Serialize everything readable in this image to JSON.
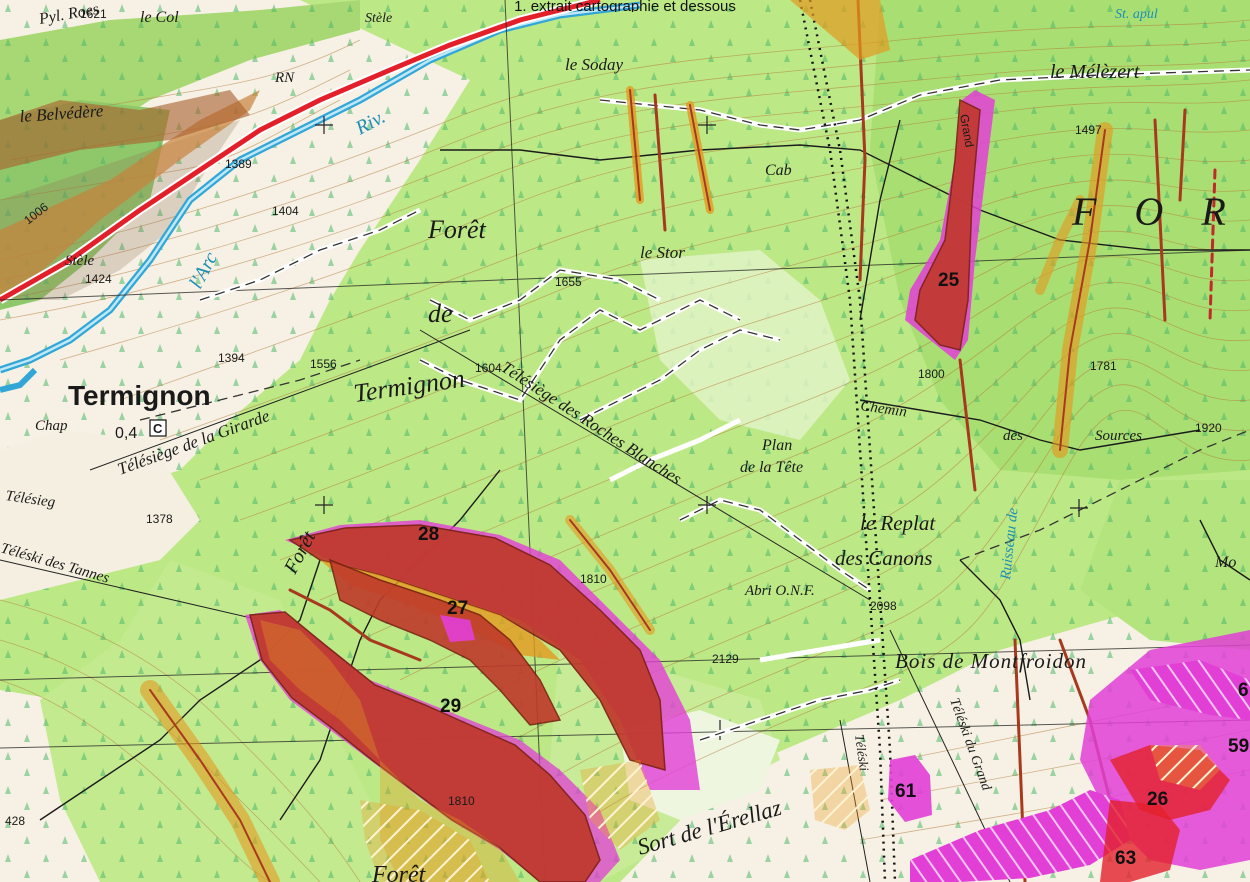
{
  "header": {
    "title": "1. extrait cartographie et dessous"
  },
  "colors": {
    "forest": "#b9e87f",
    "forest_dark": "#8fd45c",
    "zone_red": "#c0392b",
    "zone_orange": "#e39a1f",
    "zone_magenta": "#e23fd6",
    "road_red": "#e3202a",
    "river_blue": "#33a6d8",
    "contour": "#b37a3a"
  },
  "places": {
    "termignon": "Termignon",
    "chap": "Chap",
    "belvedere": "le Belvédère",
    "stele_top": "Stèle",
    "stele_left": "Stèle",
    "pyl_roes": "Pyl. Roes",
    "le_col": "le Col",
    "rn": "RN",
    "riv": "Riv.",
    "larc": "l'Arc",
    "le_soday": "le Soday",
    "le_melezert": "le Mélèzert",
    "cab": "Cab",
    "le_stor": "le Stor",
    "foret_main": "Forêt",
    "foret_de": "de",
    "foret_termignon": "Termignon",
    "foret_big": "F O R Ê",
    "foret_left": "Forêt",
    "foret_bottom": "Forêt",
    "telesiege_girarde": "Télésiège de la Girarde",
    "telesiege_roches": "Télésiège des Roches Blanches",
    "telesieg_left": "Télésieg",
    "teleski_tannes": "Téléski des Tannes",
    "teleski_grand": "Téléski du Grand",
    "teleski_small": "Téléski",
    "plan_tete": "Plan",
    "plan_tete2": "de la Tête",
    "replat": "le Replat",
    "replat2": "des Canons",
    "abri": "Abri O.N.F.",
    "chemin": "Chemin",
    "des": "des",
    "sources": "Sources",
    "bois_montfroidon": "Bois de Montfroidon",
    "sort_erellaz": "Sort de l'Érellaz",
    "ruisseau": "Ruisseau de",
    "mo": "Mo",
    "st_apul": "St. apul",
    "c_box": "C",
    "dist_04": "0,4",
    "grand_lbl": "Grand"
  },
  "elevations": {
    "e1006": "1006",
    "e1389": "1389",
    "e1404": "1404",
    "e1424": "1424",
    "e1394": "1394",
    "e1556": "1556",
    "e1604": "1604",
    "e1655": "1655",
    "e1378": "1378",
    "e1810a": "1810",
    "e1810b": "1810",
    "e2098": "2098",
    "e2129": "2129",
    "e1800": "1800",
    "e1781": "1781",
    "e1920": "1920",
    "e1497": "1497",
    "e428": "428",
    "e1621": "1621"
  },
  "zones": {
    "z25": "25",
    "z27": "27",
    "z28": "28",
    "z29": "29",
    "z61": "61",
    "z26": "26",
    "z63": "63",
    "z59": "59",
    "z6": "6"
  }
}
